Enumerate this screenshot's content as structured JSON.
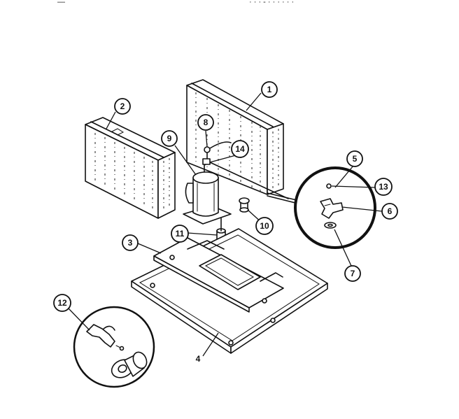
{
  "header": {
    "left_mark": "—",
    "right_mark": "·  ·  ·   -  ·   ·  ·    ·  ·  ·"
  },
  "callouts": [
    {
      "label": "1"
    },
    {
      "label": "2"
    },
    {
      "label": "3"
    },
    {
      "label": "4"
    },
    {
      "label": "5"
    },
    {
      "label": "6"
    },
    {
      "label": "7"
    },
    {
      "label": "8"
    },
    {
      "label": "9"
    },
    {
      "label": "10"
    },
    {
      "label": "11"
    },
    {
      "label": "12"
    },
    {
      "label": "13"
    },
    {
      "label": "14"
    }
  ]
}
